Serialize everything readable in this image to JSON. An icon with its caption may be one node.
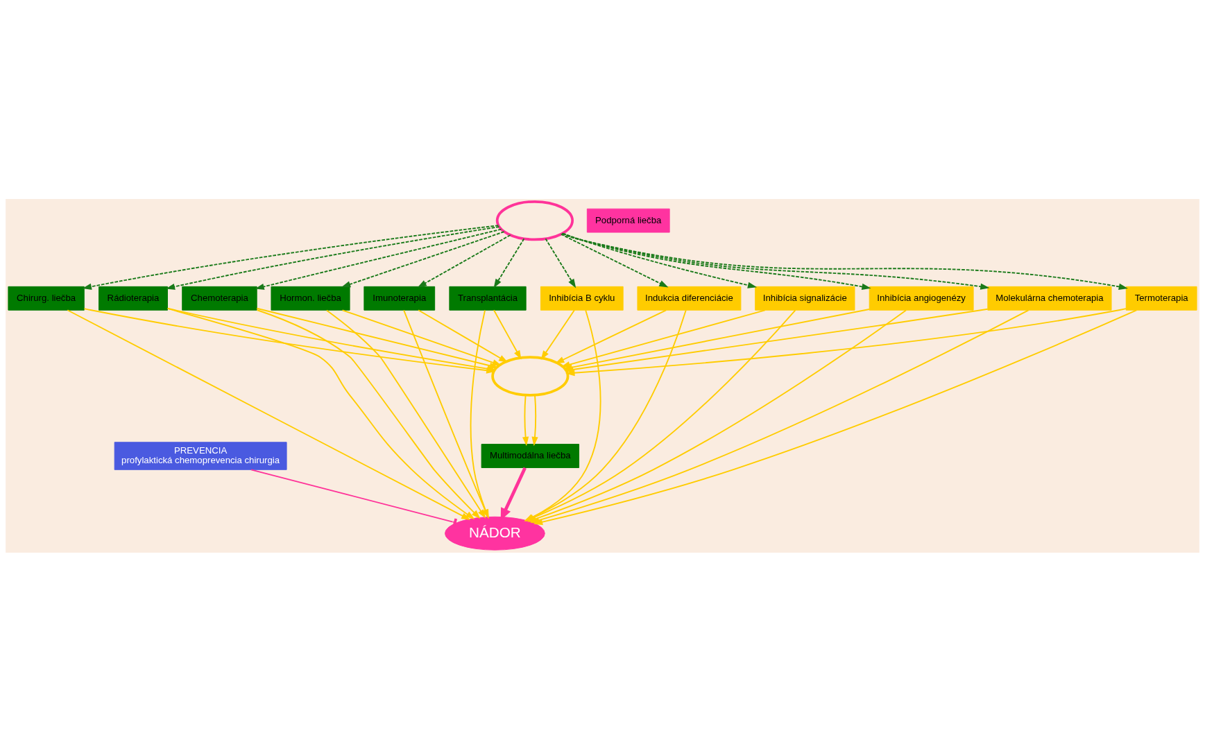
{
  "diagram": {
    "nodes": [
      {
        "text": [],
        "shape": "ellipse"
      },
      {
        "text": [],
        "shape": "ellipse"
      },
      {
        "text": [
          "PREVENCIA",
          "profylaktická chemoprevencia chirurgia"
        ]
      },
      {
        "text": [
          "NÁDOR"
        ]
      },
      {
        "text": [
          "Chirurg. liečba"
        ]
      },
      {
        "text": [
          "Rádioterapia"
        ]
      },
      {
        "text": [
          "Chemoterapia"
        ]
      },
      {
        "text": [
          "Hormon. liečba"
        ]
      },
      {
        "text": [
          "Imunoterapia"
        ]
      },
      {
        "text": [
          "Transplantácia"
        ]
      },
      {
        "text": [
          "Inhibícia B cyklu"
        ]
      },
      {
        "text": [
          "Indukcia diferenciácie"
        ]
      },
      {
        "text": [
          "Inhibícia signalizácie"
        ]
      },
      {
        "text": [
          "Inhibícia angiogenézy"
        ]
      },
      {
        "text": [
          "Molekulárna chemoterapia"
        ]
      },
      {
        "text": [
          "Termoterapia"
        ]
      },
      {
        "text": [
          "Multimodálna liečba"
        ]
      },
      {
        "text": [
          "Podporná liečba"
        ]
      }
    ],
    "edges": [
      {
        "from": 2,
        "to": 3,
        "arrow": "other",
        "color": "#ff3399"
      },
      {
        "from": 0,
        "to": 4,
        "arrow": "to",
        "style": "dashed",
        "color": "#1a7a1a"
      },
      {
        "from": 0,
        "to": 5,
        "arrow": "to",
        "style": "dashed",
        "color": "#1a7a1a"
      },
      {
        "from": 0,
        "to": 6,
        "arrow": "to",
        "style": "dashed",
        "color": "#1a7a1a"
      },
      {
        "from": 0,
        "to": 7,
        "arrow": "to",
        "style": "dashed",
        "color": "#1a7a1a"
      },
      {
        "from": 0,
        "to": 8,
        "arrow": "to",
        "style": "dashed",
        "color": "#1a7a1a"
      },
      {
        "from": 0,
        "to": 9,
        "arrow": "to",
        "style": "dashed",
        "color": "#1a7a1a"
      },
      {
        "from": 0,
        "to": 10,
        "arrow": "to",
        "style": "dashed",
        "color": "#1a7a1a"
      },
      {
        "from": 0,
        "to": 11,
        "arrow": "to",
        "style": "dashed",
        "color": "#1a7a1a"
      },
      {
        "from": 0,
        "to": 12,
        "arrow": "to",
        "style": "dashed",
        "color": "#1a7a1a"
      },
      {
        "from": 0,
        "to": 13,
        "arrow": "to",
        "style": "dashed",
        "color": "#1a7a1a"
      },
      {
        "from": 0,
        "to": 14,
        "arrow": "to",
        "style": "dashed",
        "color": "#1a7a1a"
      },
      {
        "from": 0,
        "to": 15,
        "arrow": "to",
        "style": "dashed",
        "color": "#1a7a1a"
      },
      {
        "from": 4,
        "to": 3,
        "arrow": "to"
      },
      {
        "from": 5,
        "to": 3,
        "arrow": "to"
      },
      {
        "from": 6,
        "to": 3,
        "arrow": "to"
      },
      {
        "from": 7,
        "to": 3,
        "arrow": "to"
      },
      {
        "from": 8,
        "to": 3,
        "arrow": "to"
      },
      {
        "from": 9,
        "to": 3,
        "arrow": "to"
      },
      {
        "from": 10,
        "to": 3,
        "arrow": "to"
      },
      {
        "from": 11,
        "to": 3,
        "arrow": "to"
      },
      {
        "from": 12,
        "to": 3,
        "arrow": "to"
      },
      {
        "from": 13,
        "to": 3,
        "arrow": "to"
      },
      {
        "from": 14,
        "to": 3,
        "arrow": "to"
      },
      {
        "from": 15,
        "to": 3,
        "arrow": "to"
      },
      {
        "from": 4,
        "to": 1,
        "arrow": "to"
      },
      {
        "from": 5,
        "to": 1,
        "arrow": "to"
      },
      {
        "from": 6,
        "to": 1,
        "arrow": "to"
      },
      {
        "from": 7,
        "to": 1,
        "arrow": "to"
      },
      {
        "from": 8,
        "to": 1,
        "arrow": "to"
      },
      {
        "from": 9,
        "to": 1,
        "arrow": "to"
      },
      {
        "from": 10,
        "to": 1,
        "arrow": "to"
      },
      {
        "from": 11,
        "to": 1,
        "arrow": "to"
      },
      {
        "from": 12,
        "to": 1,
        "arrow": "to"
      },
      {
        "from": 13,
        "to": 1,
        "arrow": "to"
      },
      {
        "from": 14,
        "to": 1,
        "arrow": "to"
      },
      {
        "from": 15,
        "to": 1,
        "arrow": "to"
      },
      {
        "from": 1,
        "to": 16,
        "arrow": "to"
      },
      {
        "from": 1,
        "to": 16,
        "arrow": "to"
      },
      {
        "from": 16,
        "to": 3,
        "arrow": "to",
        "style": "thick",
        "color": "#ff3399"
      }
    ]
  }
}
